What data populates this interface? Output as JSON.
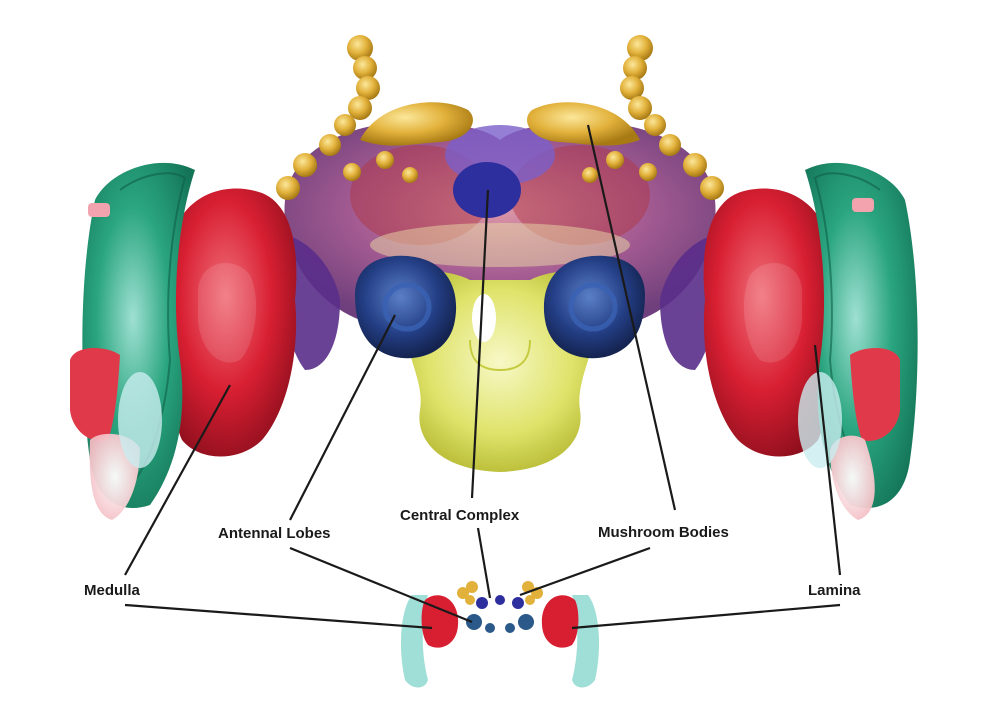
{
  "labels": {
    "medulla": "Medulla",
    "antennal_lobes": "Antennal Lobes",
    "central_complex": "Central Complex",
    "mushroom_bodies": "Mushroom Bodies",
    "lamina": "Lamina"
  },
  "colors": {
    "lamina": "#1f9a73",
    "lamina_light": "#8fd9d0",
    "medulla": "#d81f32",
    "mushroom_bodies": "#e2b13b",
    "antennal_lobes": "#243f86",
    "central_complex": "#3a3fb0",
    "protocerebrum": "#8e3c8a",
    "subesophageal": "#dfe36a",
    "leader_line": "#1a1a1a"
  }
}
